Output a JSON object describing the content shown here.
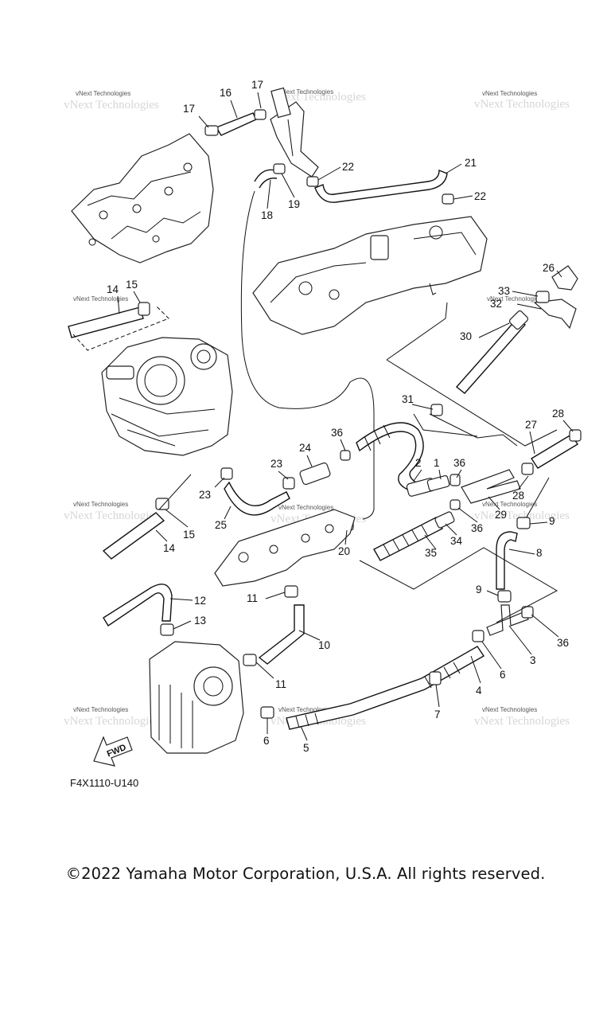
{
  "diagram": {
    "code": "F4X1110-U140",
    "direction_label": "FWD",
    "watermark": "vNext Technologies",
    "callouts": [
      "1",
      "2",
      "3",
      "4",
      "5",
      "6",
      "7",
      "8",
      "9",
      "10",
      "11",
      "12",
      "13",
      "14",
      "15",
      "16",
      "17",
      "18",
      "19",
      "20",
      "21",
      "22",
      "23",
      "24",
      "25",
      "26",
      "27",
      "28",
      "29",
      "30",
      "31",
      "32",
      "33",
      "34",
      "35",
      "36"
    ]
  },
  "footer": {
    "copyright": "©2022 Yamaha Motor Corporation, U.S.A. All rights reserved."
  }
}
